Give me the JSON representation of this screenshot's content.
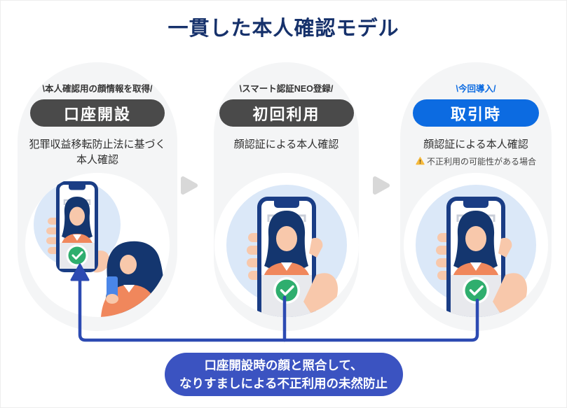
{
  "title": "一貫した本人確認モデル",
  "steps": [
    {
      "tag": "\\本人確認用の顔情報を取得/",
      "label": "口座開設",
      "description_line1": "犯罪収益移転防止法に基づく",
      "description_line2": "本人確認"
    },
    {
      "tag": "\\スマート認証NEO登録/",
      "label": "初回利用",
      "description_line1": "顔認証による本人確認"
    },
    {
      "tag": "\\今回導入/",
      "label": "取引時",
      "description_line1": "顔認証による本人確認",
      "warning": "不正利用の可能性がある場合"
    }
  ],
  "banner": {
    "line1": "口座開設時の顔と照合して、",
    "line2": "なりすましによる不正利用の未然防止"
  },
  "icons": {
    "step_arrow": "right-triangle",
    "verified_check": "check-circle",
    "warning": "warning-triangle",
    "comparison_connector": "up-arrow-bracket"
  },
  "colors": {
    "title_navy": "#16316b",
    "pill_dark": "#4a4a4a",
    "accent_blue": "#0c6be1",
    "banner_blue": "#3b53c1",
    "connector_blue": "#2c4ab2",
    "capsule_gray": "#f4f5f6",
    "check_green": "#2fae6e",
    "warning_yellow": "#f6b93b",
    "step_arrow_gray": "#d8d8d8"
  }
}
